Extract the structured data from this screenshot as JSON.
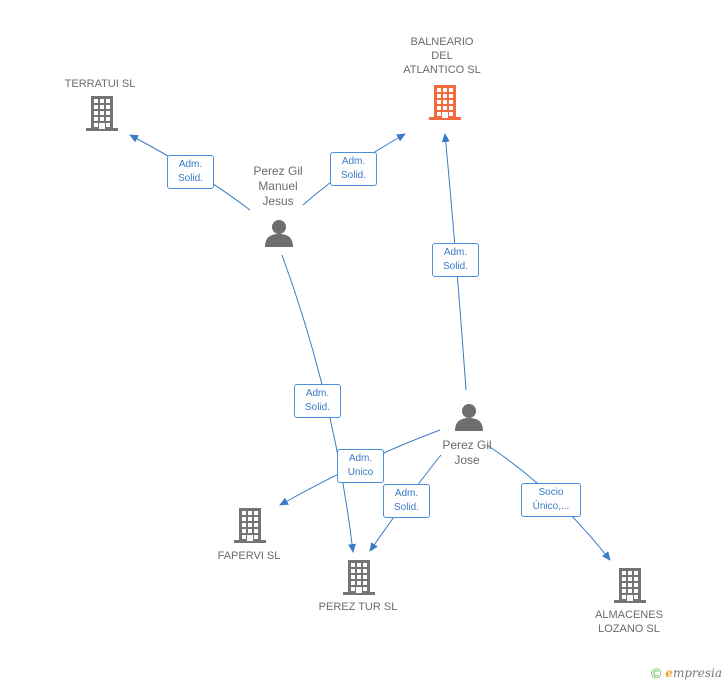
{
  "colors": {
    "edge": "#3a7bc8",
    "company_icon": "#757575",
    "highlight_company_icon": "#f26a3d",
    "person_icon": "#6e6e6e"
  },
  "nodes": {
    "balneario": {
      "label": "BALNEARIO\nDEL\nATLANTICO SL",
      "icon": "building-icon",
      "highlight": true
    },
    "terratui": {
      "label": "TERRATUI SL",
      "icon": "building-icon"
    },
    "perez_gil_manuel": {
      "label": "Perez Gil\nManuel\nJesus",
      "icon": "person-icon"
    },
    "perez_gil_jose": {
      "label": "Perez Gil\nJose",
      "icon": "person-icon"
    },
    "fapervi": {
      "label": "FAPERVI SL",
      "icon": "building-icon"
    },
    "perez_tur": {
      "label": "PEREZ TUR SL",
      "icon": "building-icon"
    },
    "almacenes": {
      "label": "ALMACENES\nLOZANO SL",
      "icon": "building-icon"
    }
  },
  "edges": [
    {
      "from": "perez_gil_manuel",
      "to": "terratui",
      "label": "Adm.\nSolid."
    },
    {
      "from": "perez_gil_manuel",
      "to": "balneario",
      "label": "Adm.\nSolid."
    },
    {
      "from": "perez_gil_manuel",
      "to": "perez_tur",
      "label": "Adm.\nSolid."
    },
    {
      "from": "perez_gil_jose",
      "to": "balneario",
      "label": "Adm.\nSolid."
    },
    {
      "from": "perez_gil_jose",
      "to": "fapervi",
      "label": "Adm.\nUnico"
    },
    {
      "from": "perez_gil_jose",
      "to": "perez_tur",
      "label": "Adm.\nSolid."
    },
    {
      "from": "perez_gil_jose",
      "to": "almacenes",
      "label": "Socio\nÚnico,..."
    }
  ],
  "footer": {
    "copyright": "©",
    "brand_initial": "e",
    "brand_rest": "mpresia"
  }
}
